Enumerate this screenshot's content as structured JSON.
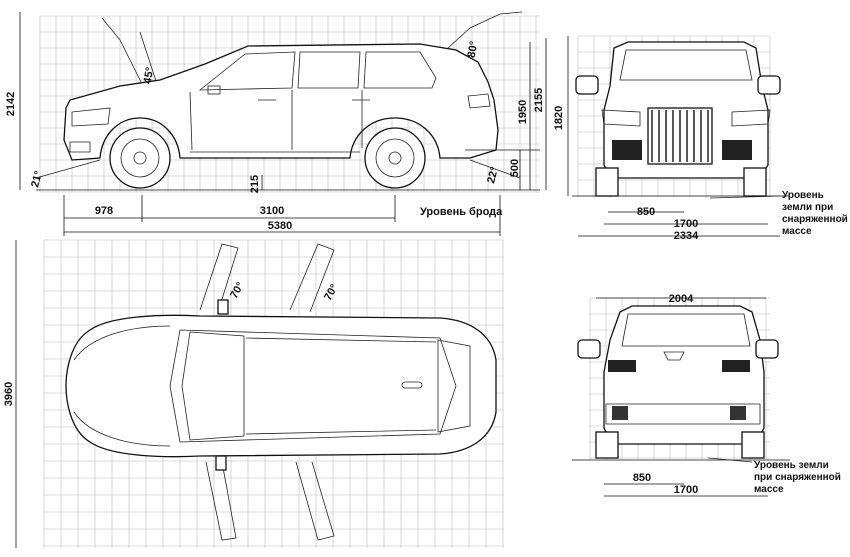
{
  "side_view": {
    "height_total": "2142",
    "height_roof": "1950",
    "height_with_rails": "2155",
    "wade_depth": "500",
    "ground_clearance": "215",
    "approach_angle": "21°",
    "departure_angle": "22°",
    "front_door_angle": "45°",
    "tailgate_angle": "80°",
    "front_overhang": "978",
    "wheelbase": "3100",
    "length": "5380",
    "wade_label": "Уровень брода"
  },
  "front_view": {
    "height": "1820",
    "track": "850",
    "width_body": "1700",
    "width_mirrors": "2334",
    "ground_label_1": "Уровень",
    "ground_label_2": "земли при",
    "ground_label_3": "снаряженной",
    "ground_label_4": "массе"
  },
  "top_view": {
    "width_open_doors": "3960",
    "front_door_open_angle": "70°",
    "rear_door_open_angle": "70°"
  },
  "rear_view": {
    "width_mirrors": "2004",
    "track": "850",
    "width_body": "1700",
    "ground_label_1": "Уровень земли",
    "ground_label_2": "при снаряженной",
    "ground_label_3": "массе"
  }
}
